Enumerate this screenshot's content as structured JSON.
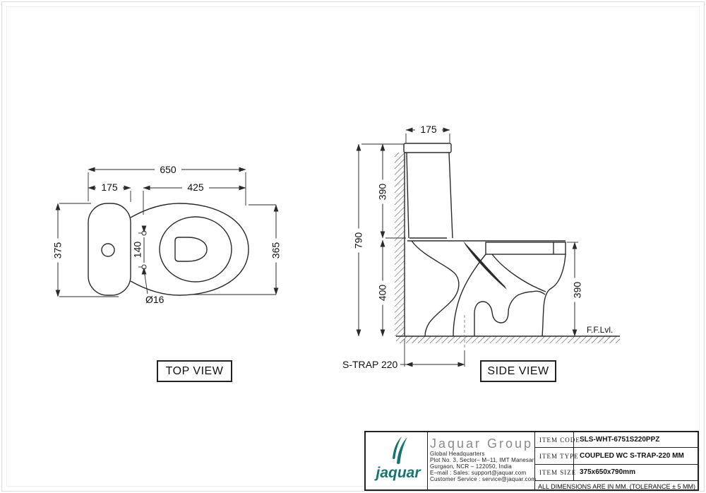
{
  "page": {
    "background": "#ffffff",
    "line_color": "#2a2a2a"
  },
  "top_view": {
    "label": "TOP VIEW",
    "dim_overall_length": "650",
    "dim_tank_width": "175",
    "dim_bowl_length": "425",
    "dim_overall_width": "375",
    "dim_hinge_hole_spacing": "140",
    "dim_bowl_width": "365",
    "dim_hinge_hole_diameter": "Ø16"
  },
  "side_view": {
    "label": "SIDE VIEW",
    "dim_tank_depth": "175",
    "dim_tank_height": "390",
    "dim_overall_height": "790",
    "dim_pan_height": "400",
    "dim_rim_height": "390",
    "dim_trap_distance": "S-TRAP 220",
    "floor_level_label": "F.F.Lvl."
  },
  "title_block": {
    "brand_wordmark": "jaquar",
    "brand_color": "#15756e",
    "company_name": "Jaquar Group",
    "address_lines": [
      "Global Headquarters",
      "Plot No. 3, Sector– M–11, IMT Manesar",
      "Gurgaon, NCR – 122050, India",
      "E–mail : Sales: support@jaquar.com",
      "Customer Service : service@jaquar.com"
    ],
    "items": [
      {
        "label": "ITEM CODE",
        "value": "SLS-WHT-6751S220PPZ"
      },
      {
        "label": "ITEM TYPE",
        "value": "COUPLED WC S-TRAP-220 MM"
      },
      {
        "label": "ITEM SIZE",
        "value": "375x650x790mm"
      }
    ],
    "note": "ALL DIMENSIONS ARE IN MM. (TOLERANCE ± 5 MM)"
  }
}
